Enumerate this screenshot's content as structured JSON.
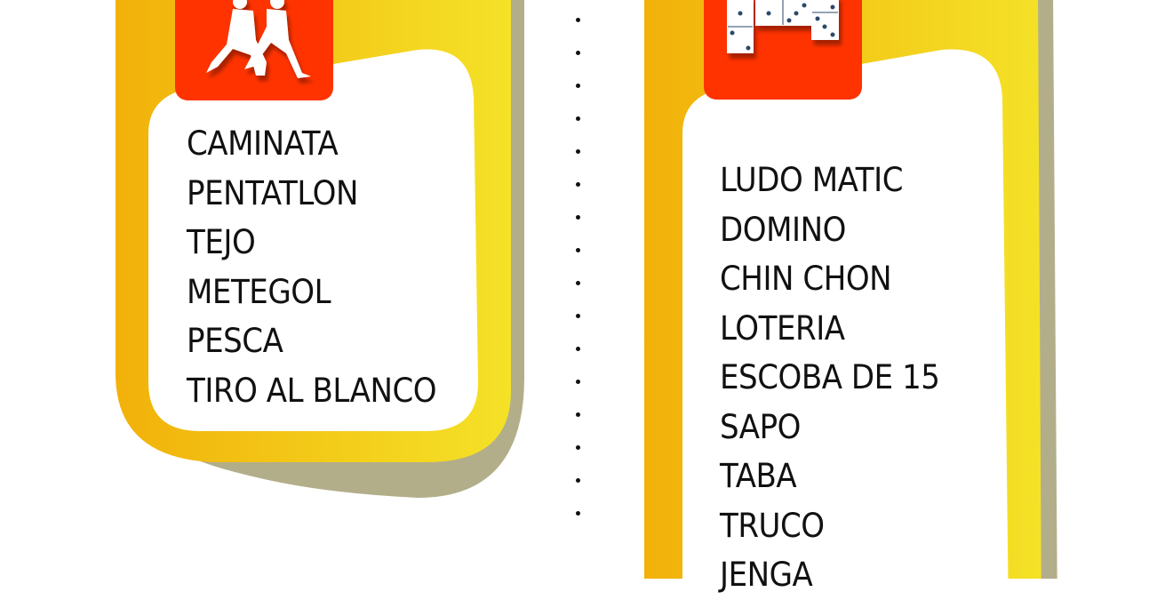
{
  "colors": {
    "yellow_start": "#f2b10a",
    "yellow_end": "#f4e227",
    "shadow": "#b3ae8a",
    "red": "#ff3300",
    "dot_blue": "#2c4a6b"
  },
  "left_card": {
    "icon": "runners-icon",
    "items": [
      "CAMINATA",
      "PENTATLON",
      "TEJO",
      "METEGOL",
      "PESCA",
      "TIRO AL BLANCO"
    ]
  },
  "right_card": {
    "icon": "dominoes-icon",
    "items": [
      "LUDO MATIC",
      "DOMINO",
      "CHIN CHON",
      "LOTERIA",
      "ESCOBA DE 15",
      "SAPO",
      "TABA",
      "TRUCO",
      "JENGA"
    ]
  }
}
